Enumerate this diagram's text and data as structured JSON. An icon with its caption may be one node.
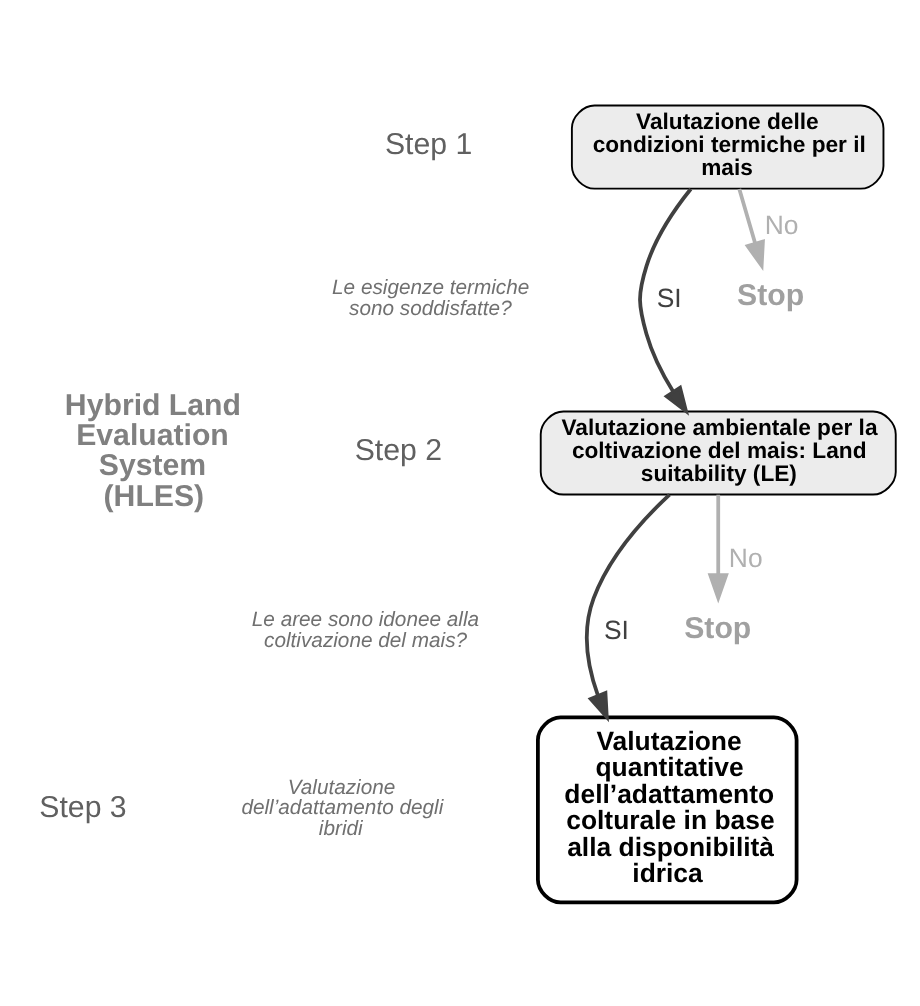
{
  "diagram": {
    "nodes": [
      {
        "text": [
          "Valutazione delle condizioni termiche per il mais"
        ]
      },
      {
        "text": [
          "Stop"
        ]
      },
      {
        "text": [
          "Valutazione ambientale per la coltivazione del mais: Land suitability (LE)"
        ]
      },
      {
        "text": [
          "Stop"
        ]
      },
      {
        "text": [
          "Valutazione quantitative dell’adattamento colturale in base alla disponibilità idrica"
        ]
      }
    ],
    "edges": [
      {
        "from": 0,
        "to": 2,
        "arrow": "to",
        "label": "SI"
      },
      {
        "from": 0,
        "to": 1,
        "arrow": "to",
        "label": "No",
        "color": "#b0b0b0"
      },
      {
        "from": 2,
        "to": 4,
        "arrow": "to",
        "label": "SI"
      },
      {
        "from": 2,
        "to": 3,
        "arrow": "to",
        "label": "No",
        "color": "#b0b0b0"
      }
    ],
    "labels": [
      "Hybrid Land Evaluation System (HLES)",
      "Step 1",
      "Le esigenze termiche sono soddisfatte?",
      "Step 2",
      "Le aree sono idonee alla coltivazione del mais?",
      "Step 3",
      "Valutazione dell’adattamento degli ibridi"
    ]
  }
}
